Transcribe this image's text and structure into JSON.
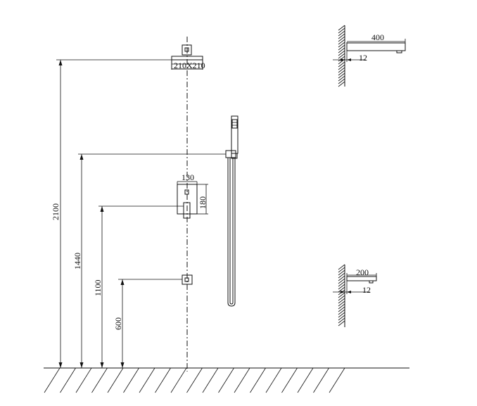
{
  "dimensions": {
    "head_size": "210X210",
    "head_height": "2100",
    "holder_height": "1440",
    "valve_height": "1100",
    "outlet_height": "600",
    "valve_width": "130",
    "valve_height_box": "180",
    "arm_long_length": "400",
    "arm_long_offset": "12",
    "arm_short_length": "200",
    "arm_short_offset": "12"
  },
  "colors": {
    "line": "#111111",
    "background": "#ffffff"
  }
}
